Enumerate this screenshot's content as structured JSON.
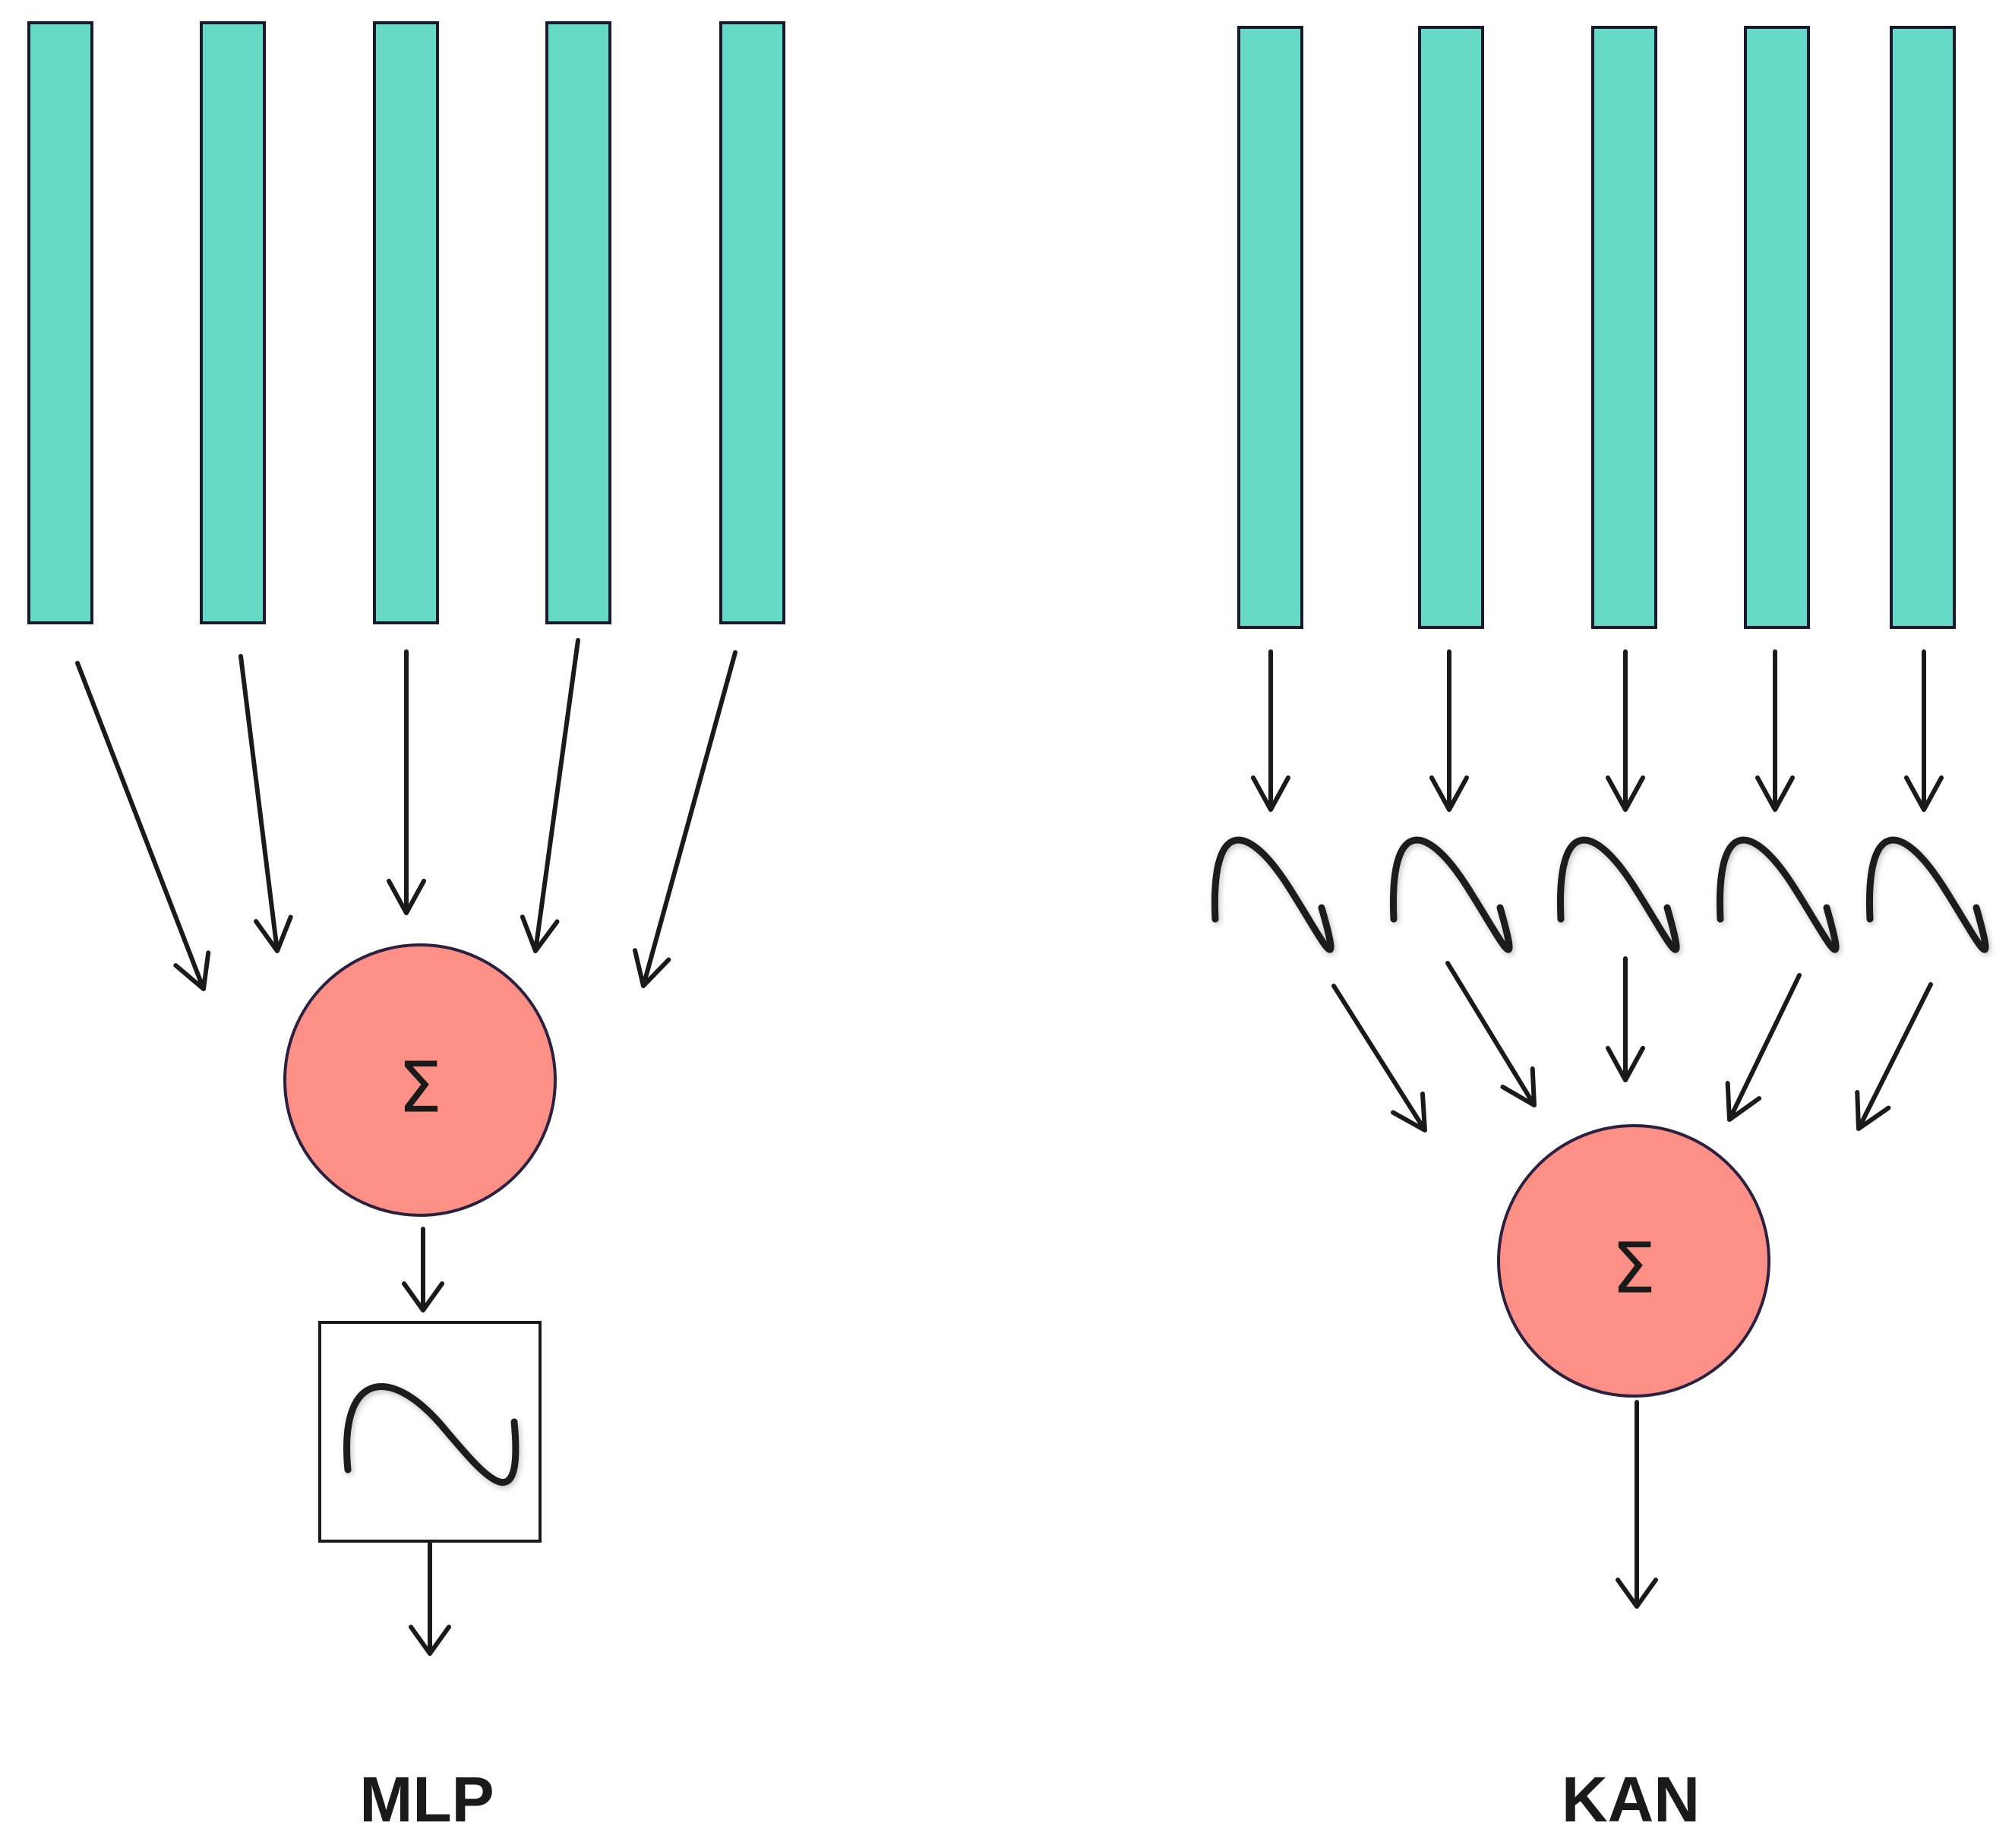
{
  "colors": {
    "input_fill": "#66d9c7",
    "node_fill": "#fc8f86",
    "stroke": "#1a1a1a"
  },
  "mlp": {
    "label": "MLP",
    "input_count": 5,
    "sum_symbol": "Σ",
    "activation_icon": "sine-wave-icon"
  },
  "kan": {
    "label": "KAN",
    "input_count": 5,
    "sum_symbol": "Σ",
    "edge_activation_icon": "sine-wave-icon"
  }
}
